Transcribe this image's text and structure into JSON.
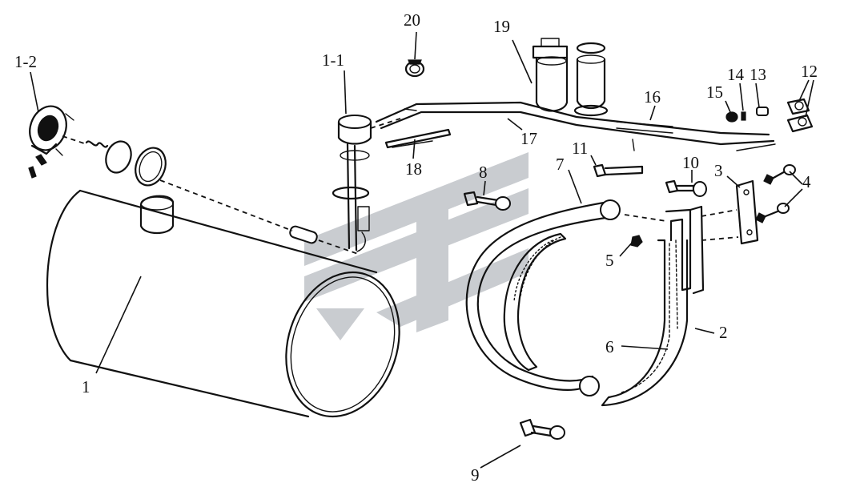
{
  "diagram": {
    "watermark_icon": "logo-watermark",
    "labels": {
      "p1": "1",
      "p1_1": "1-1",
      "p1_2": "1-2",
      "p2": "2",
      "p3": "3",
      "p4": "4",
      "p5": "5",
      "p6": "6",
      "p7": "7",
      "p8": "8",
      "p9": "9",
      "p10": "10",
      "p11": "11",
      "p12": "12",
      "p13": "13",
      "p14": "14",
      "p15": "15",
      "p16": "16",
      "p17": "17",
      "p18": "18",
      "p19": "19",
      "p20": "20"
    }
  }
}
